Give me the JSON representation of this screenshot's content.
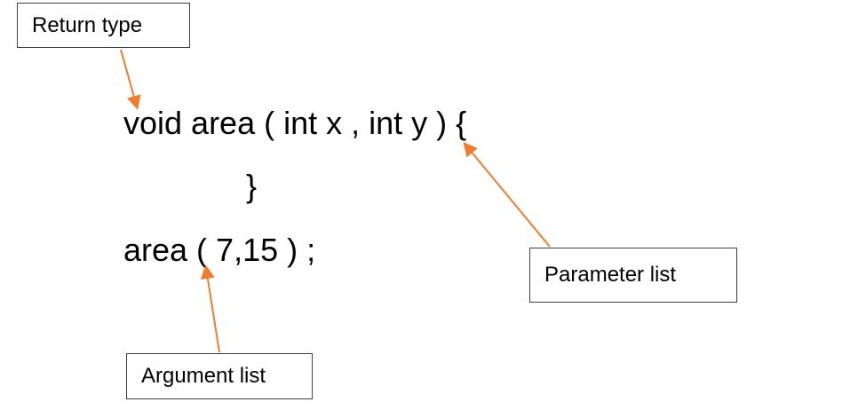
{
  "labels": {
    "return_type": "Return type",
    "parameter_list": "Parameter list",
    "argument_list": "Argument list"
  },
  "code": {
    "line1": "void area ( int x , int y ) {",
    "line2": "}",
    "line3": "area ( 7,15 ) ;"
  },
  "colors": {
    "arrow": "#ED7D31",
    "box_border": "#404040",
    "text": "#000000"
  }
}
